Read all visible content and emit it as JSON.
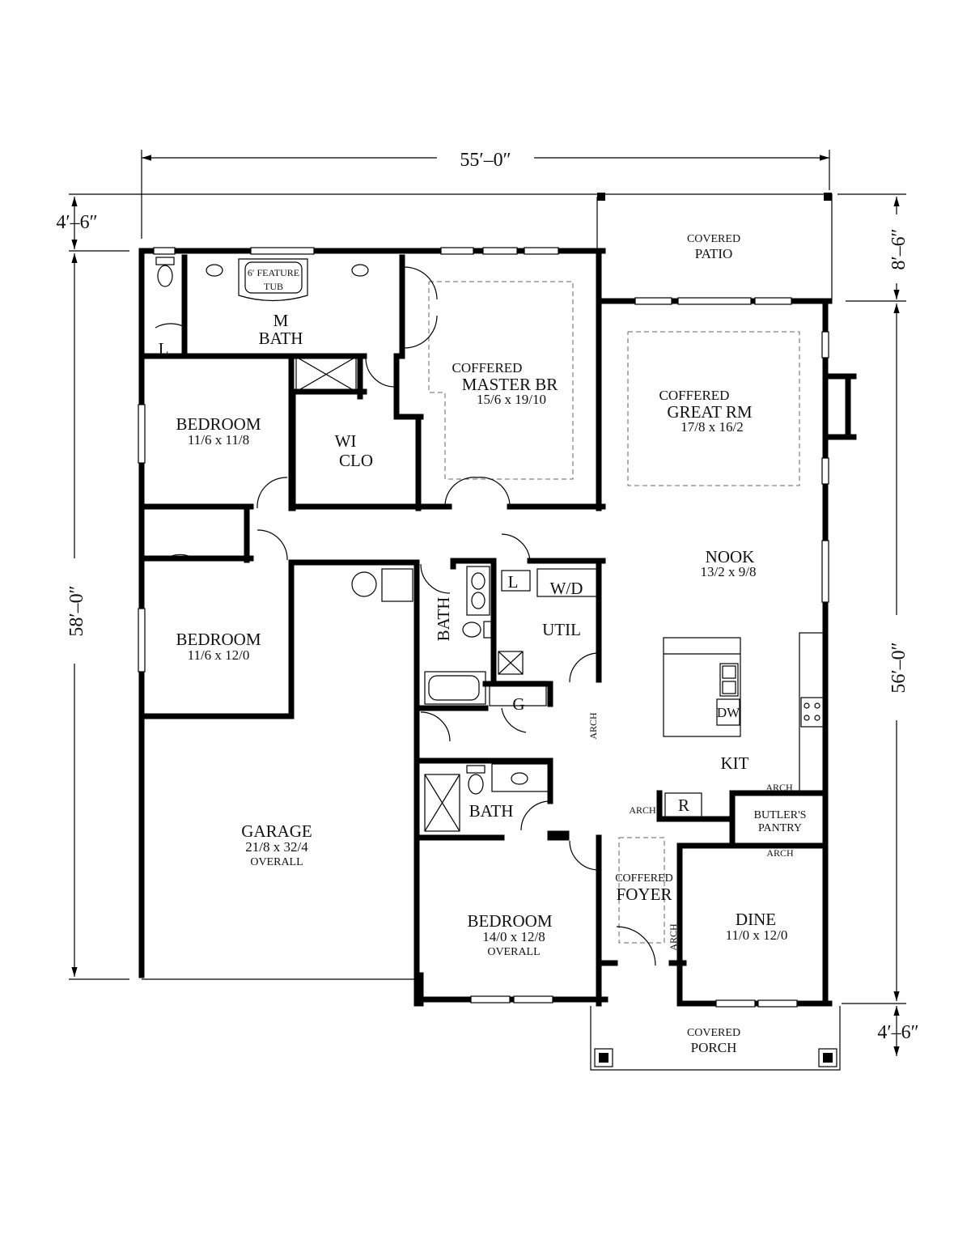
{
  "dimensions": {
    "overall_width": "55′–0″",
    "left_patio_offset": "4′–6″",
    "left_depth": "58′–0″",
    "right_patio_depth": "8′–6″",
    "right_depth": "56′–0″",
    "right_porch_depth": "4′–6″"
  },
  "rooms": {
    "covered_patio": {
      "line1": "COVERED",
      "line2": "PATIO"
    },
    "feature_tub": {
      "line1": "6′ FEATURE",
      "line2": "TUB"
    },
    "master_bath": {
      "line1": "M",
      "line2": "BATH"
    },
    "linen_master": "L",
    "master_br": {
      "note": "COFFERED",
      "name": "MASTER BR",
      "size": "15/6 x 19/10"
    },
    "great_rm": {
      "note": "COFFERED",
      "name": "GREAT RM",
      "size": "17/8 x 16/2"
    },
    "bedroom1": {
      "name": "BEDROOM",
      "size": "11/6 x 11/8"
    },
    "wi_clo": {
      "line1": "WI",
      "line2": "CLO"
    },
    "bedroom2": {
      "name": "BEDROOM",
      "size": "11/6 x 12/0"
    },
    "nook": {
      "name": "NOOK",
      "size": "13/2 x 9/8"
    },
    "hall_bath": "BATH",
    "linen_util": "L",
    "washer_dryer": "W/D",
    "util": "UTIL",
    "garbage": "G",
    "arch_hall": "ARCH",
    "dishwasher": "DW",
    "kit": "KIT",
    "bath3": "BATH",
    "refrigerator": "R",
    "arch_kit_left": "ARCH",
    "arch_pantry_top": "ARCH",
    "butlers_pantry": {
      "line1": "BUTLER'S",
      "line2": "PANTRY"
    },
    "arch_pantry_bottom": "ARCH",
    "garage": {
      "name": "GARAGE",
      "size": "21/8 x 32/4",
      "note": "OVERALL"
    },
    "foyer": {
      "note": "COFFERED",
      "name": "FOYER"
    },
    "arch_foyer": "ARCH",
    "dine": {
      "name": "DINE",
      "size": "11/0 x 12/0"
    },
    "bedroom3": {
      "name": "BEDROOM",
      "size": "14/0 x 12/8",
      "note": "OVERALL"
    },
    "covered_porch": {
      "line1": "COVERED",
      "line2": "PORCH"
    }
  }
}
